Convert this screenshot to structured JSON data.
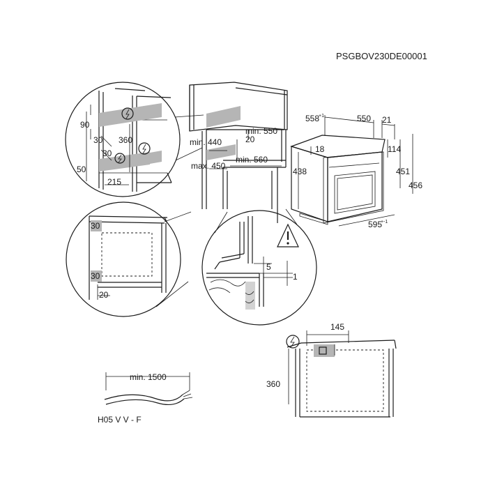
{
  "header": {
    "code": "PSGBOV230DE00001"
  },
  "detail_top_left": {
    "d90": "90",
    "d30a": "30",
    "d360": "360",
    "d30b": "30",
    "d50": "50",
    "d215": "215"
  },
  "cabinet": {
    "min550": "min. 550",
    "d20": "20",
    "min440": "min. 440",
    "max450": "max. 450",
    "min560": "min. 560"
  },
  "appliance": {
    "d558": "558",
    "d558_sup": "+1",
    "d550": "550",
    "d21": "21",
    "d18": "18",
    "d114": "114",
    "d438": "438",
    "d451": "451",
    "d456": "456",
    "d595": "595",
    "d595_sup": "+-1"
  },
  "detail_mid_left": {
    "d30a": "30",
    "d30b": "30",
    "d20": "20"
  },
  "detail_mid_right": {
    "d5": "5",
    "d1": "1"
  },
  "detail_bottom_right": {
    "d145": "145",
    "d360": "360"
  },
  "cable": {
    "min1500": "min. 1500",
    "type": "H05 V V - F"
  },
  "icons": [
    "electric-warning-icon",
    "warning-triangle-icon"
  ]
}
